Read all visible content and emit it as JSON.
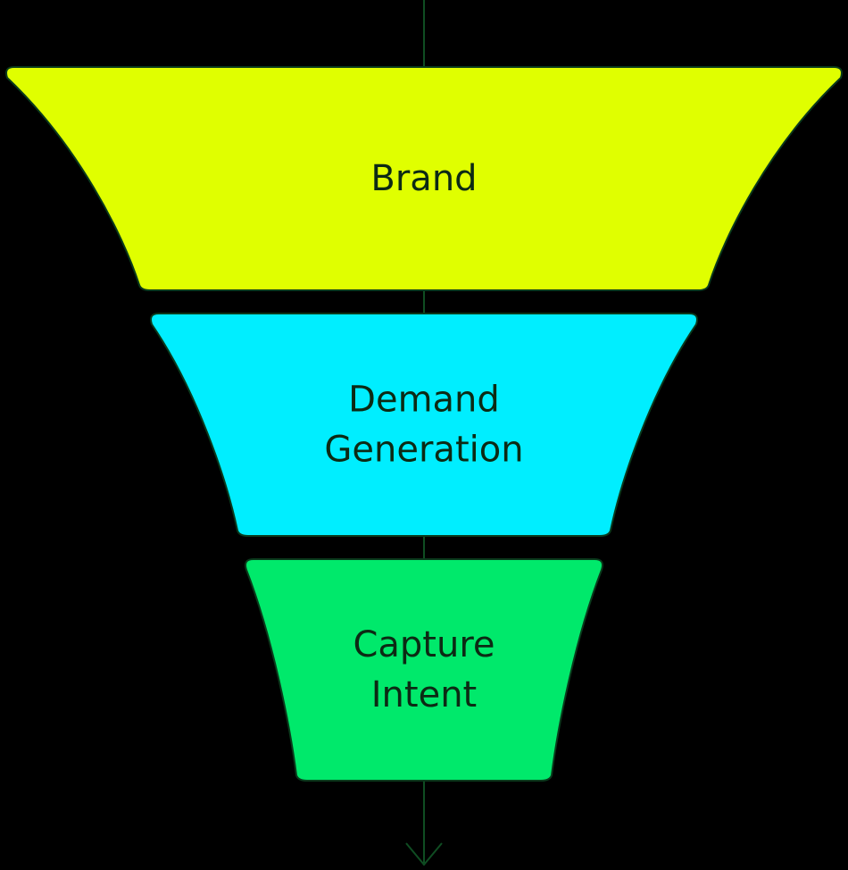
{
  "funnel": {
    "stages": [
      {
        "id": "brand",
        "lines": [
          "Brand"
        ],
        "color": "#e0ff00"
      },
      {
        "id": "demand-generation",
        "lines": [
          "Demand",
          "Generation"
        ],
        "color": "#00eeff"
      },
      {
        "id": "capture-intent",
        "lines": [
          "Capture",
          "Intent"
        ],
        "color": "#00e96b"
      }
    ],
    "stage_outline_color": "#0a3a1c",
    "axis_color": "#0f4d22",
    "axis_icon": "arrow-down-icon"
  }
}
